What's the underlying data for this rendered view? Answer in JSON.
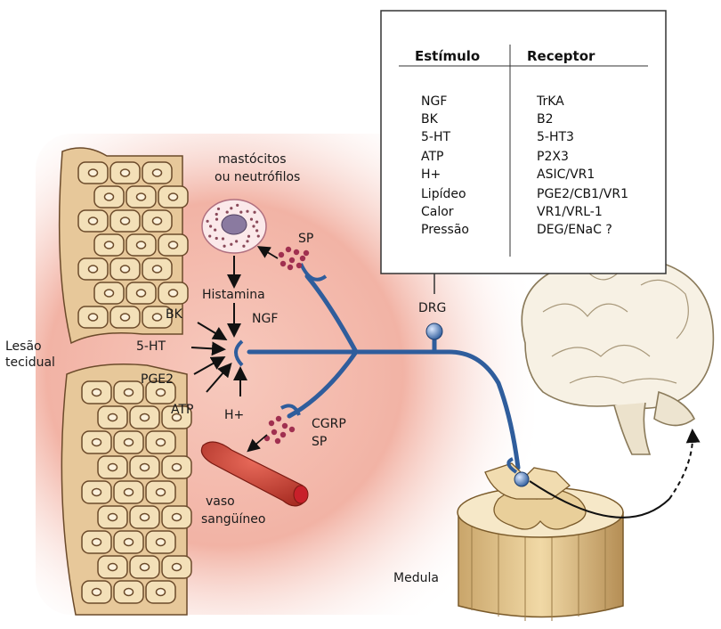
{
  "table": {
    "header_stimulus": "Estímulo",
    "header_receptor": "Receptor",
    "stimuli": [
      "NGF",
      "BK",
      "5-HT",
      "ATP",
      "H+",
      "Lipídeo",
      "Calor",
      "Pressão"
    ],
    "receptors": [
      "TrKA",
      "B2",
      "5-HT3",
      "P2X3",
      "ASIC/VR1",
      "PGE2/CB1/VR1",
      "VR1/VRL-1",
      "DEG/ENaC ?"
    ]
  },
  "labels": {
    "mast_cells": [
      "mastócitos",
      "ou neutrófilos"
    ],
    "sp_top": "SP",
    "histamine": "Histamina",
    "bk": "BK",
    "ngf": "NGF",
    "serotonin": "5-HT",
    "pge2": "PGE2",
    "atp": "ATP",
    "h_plus": "H+",
    "tissue_injury": [
      "Lesão",
      "tecidual"
    ],
    "cgrp": "CGRP",
    "sp_bottom": "SP",
    "blood_vessel": [
      "vaso",
      "sangüíneo"
    ],
    "drg": "DRG",
    "spinal_cord": "Medula"
  },
  "colors": {
    "tissue_bg": "#f2b5a8",
    "nerve": "#2f5d9c",
    "cell_fill": "#f3e0b8",
    "cell_stroke": "#6b4a2a",
    "vessel": "#c0392b",
    "granule": "#a03050"
  }
}
